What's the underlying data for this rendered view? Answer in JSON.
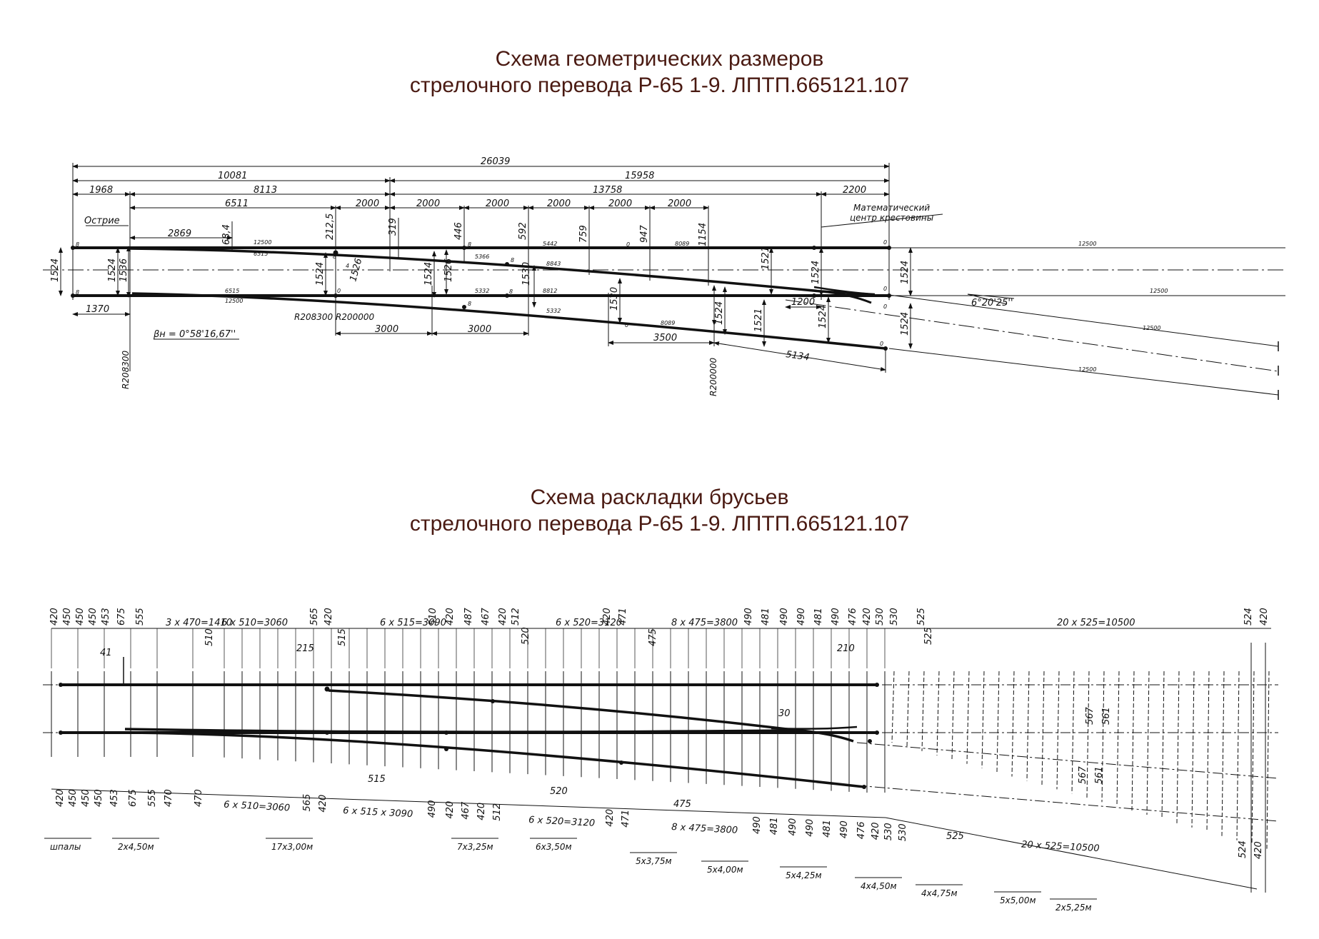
{
  "colors": {
    "title": "#4a1a12",
    "line": "#111111"
  },
  "schema1": {
    "title_line1": "Схема геометрических размеров",
    "title_line2": "стрелочного перевода Р-65 1-9. ЛПТП.665121.107",
    "dims": {
      "total": "26039",
      "d10081": "10081",
      "d15958": "15958",
      "d1968": "1968",
      "d8113": "8113",
      "d13758": "13758",
      "d2200": "2200",
      "d6511": "6511",
      "d2000": "2000",
      "d2869": "2869",
      "d3000": "3000",
      "d1370": "1370",
      "d3500": "3500",
      "d5134": "5134",
      "d1200": "1200",
      "d12500": "12500",
      "d6515": "6515",
      "d5366": "5366",
      "d8843": "8843",
      "d5332": "5332",
      "d8812": "8812",
      "d5442": "5442",
      "d8089": "8089",
      "d1524": "1524",
      "d1536": "1536",
      "d1526": "1526",
      "d1530": "1530",
      "d1521": "1521",
      "o68": "68,4",
      "o212": "212,5",
      "o319": "319",
      "o446": "446",
      "o592": "592",
      "o759": "759",
      "o947": "947",
      "o1154": "1154",
      "n8": "8",
      "n0": "0",
      "n4": "4"
    },
    "labels": {
      "ostrie": "Острие",
      "math_center_1": "Математический",
      "math_center_2": "центр крестовины",
      "r208300": "R208300",
      "r208300_r200000": "R208300  R200000",
      "r200000": "R200000",
      "beta": "βн = 0°58'16,67''",
      "angle": "6°20'25''"
    }
  },
  "schema2": {
    "title_line1": "Схема раскладки брусьев",
    "title_line2": "стрелочного перевода Р-65 1-9. ЛПТП.665121.107",
    "top_dims": [
      "420",
      "450",
      "450",
      "450",
      "453",
      "675",
      "555",
      "3 х 470=1410",
      "6 х 510=3060",
      "565",
      "420",
      "6 х 515=3090",
      "510",
      "420",
      "487",
      "467",
      "420",
      "512",
      "6 х 520=3120",
      "420",
      "471",
      "8 х 475=3800",
      "490",
      "481",
      "490",
      "490",
      "481",
      "490",
      "476",
      "420",
      "530",
      "530",
      "525",
      "20 х 525=10500",
      "524",
      "420"
    ],
    "small_dims": {
      "d41": "41",
      "d510": "510",
      "d215": "215",
      "d515": "515",
      "d520": "520",
      "d475": "475",
      "d210": "210",
      "d30": "30",
      "d567": "567",
      "d561": "561",
      "d525": "525"
    },
    "bottom_dims": [
      "420",
      "450",
      "450",
      "450",
      "453",
      "675",
      "555",
      "470",
      "470",
      "6 х 510=3060",
      "565",
      "420",
      "6 х 515 х 3090",
      "490",
      "420",
      "467",
      "420",
      "512",
      "6 х 520=3120",
      "420",
      "471",
      "8 х 475=3800",
      "490",
      "481",
      "490",
      "490",
      "481",
      "490",
      "476",
      "420",
      "530",
      "530",
      "20 х 525=10500",
      "524",
      "420"
    ],
    "groups": [
      "шпалы",
      "2х4,50м",
      "17х3,00м",
      "7х3,25м",
      "6х3,50м",
      "5х3,75м",
      "5х4,00м",
      "5х4,25м",
      "4х4,50м",
      "4х4,75м",
      "5х5,00м",
      "2х5,25м"
    ]
  }
}
